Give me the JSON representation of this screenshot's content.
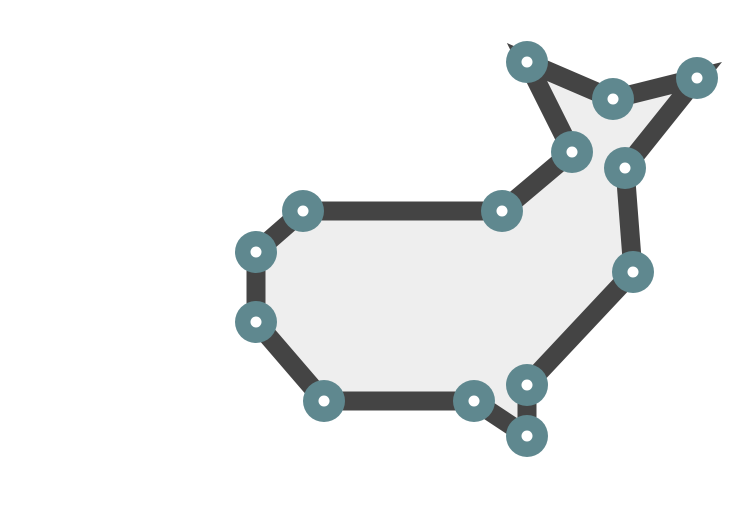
{
  "shape": {
    "fill_color": "#eeeeee",
    "stroke_color": "#444444",
    "vertex_color": "#5f888f",
    "vertex_center_color": "#ffffff"
  },
  "vertices": [
    {
      "id": "v1"
    },
    {
      "id": "v2"
    },
    {
      "id": "v3"
    },
    {
      "id": "v4"
    },
    {
      "id": "v5"
    },
    {
      "id": "v6"
    },
    {
      "id": "v7"
    },
    {
      "id": "v8"
    },
    {
      "id": "v9"
    },
    {
      "id": "v10"
    },
    {
      "id": "v11"
    },
    {
      "id": "v12"
    },
    {
      "id": "v13"
    },
    {
      "id": "v14"
    },
    {
      "id": "v15"
    }
  ]
}
